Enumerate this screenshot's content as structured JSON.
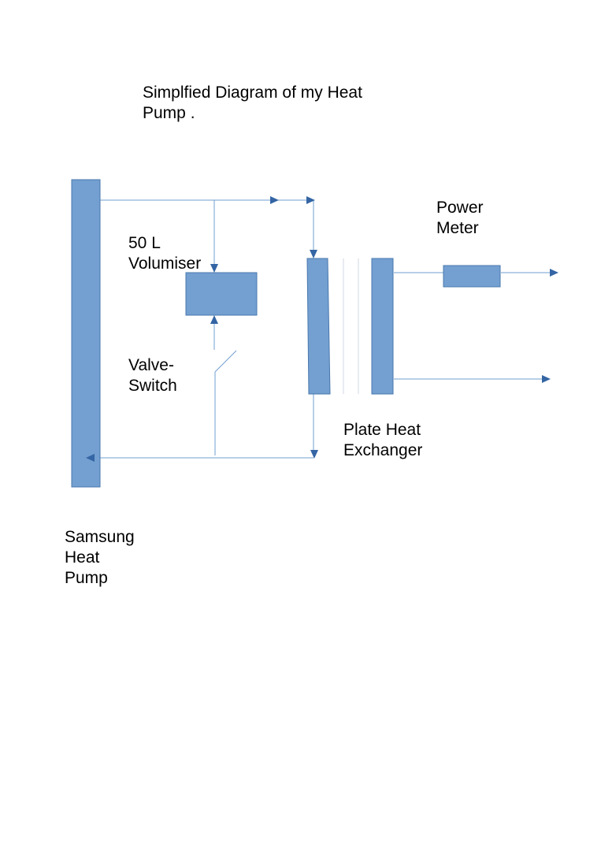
{
  "title": "Simplfied Diagram of my Heat\nPump .",
  "labels": {
    "volumiser": "50 L\nVolumiser",
    "valve_switch": "Valve-\nSwitch",
    "power_meter": "Power\nMeter",
    "plate_heat_exchanger": "Plate Heat\nExchanger",
    "heat_pump": "Samsung\nHeat\nPump"
  },
  "colors": {
    "block_fill": "#739fd1",
    "block_stroke": "#4a78ad",
    "line": "#729fcf",
    "arrow": "#3465a4",
    "plate_line": "#d0d7e0"
  }
}
